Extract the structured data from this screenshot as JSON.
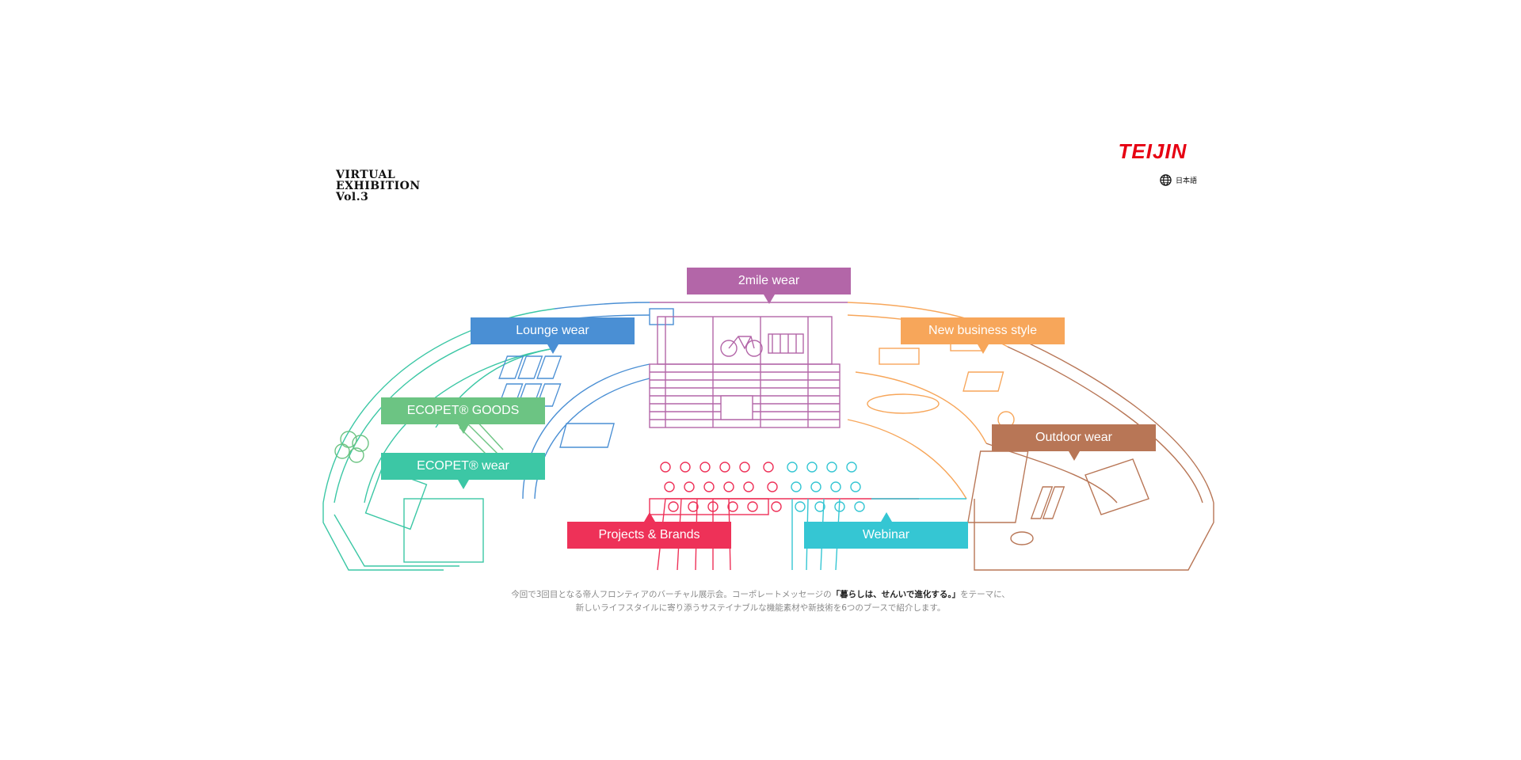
{
  "header": {
    "title_lines": [
      "VIRTUAL",
      "EXHIBITION",
      "Vol.3"
    ],
    "logo_text": "TEIJIN",
    "language_label": "日本語",
    "language_icon": "globe-icon"
  },
  "booths": [
    {
      "id": "2mile-wear",
      "label": "2mile wear",
      "color": "#b366a8"
    },
    {
      "id": "lounge-wear",
      "label": "Lounge wear",
      "color": "#4a8fd4"
    },
    {
      "id": "new-business-style",
      "label": "New business style",
      "color": "#f7a65a"
    },
    {
      "id": "ecopet-goods",
      "label": "ECOPET® GOODS",
      "color": "#6cc483"
    },
    {
      "id": "ecopet-wear",
      "label": "ECOPET® wear",
      "color": "#3cc7a5"
    },
    {
      "id": "outdoor-wear",
      "label": "Outdoor wear",
      "color": "#b87656"
    },
    {
      "id": "projects-brands",
      "label": "Projects & Brands",
      "color": "#ee3158"
    },
    {
      "id": "webinar",
      "label": "Webinar",
      "color": "#35c6d3"
    }
  ],
  "colors": {
    "brand_red": "#e60012",
    "text_gray": "#8a8a8a"
  },
  "description": {
    "line1_before": "今回で3回目となる帝人フロンティアのバーチャル展示会。コーポレートメッセージの",
    "line1_emphasis": "「暮らしは、せんいで進化する。」",
    "line1_after": "をテーマに、",
    "line2": "新しいライフスタイルに寄り添うサステイナブルな機能素材や新技術を6つのブースで紹介します。"
  }
}
